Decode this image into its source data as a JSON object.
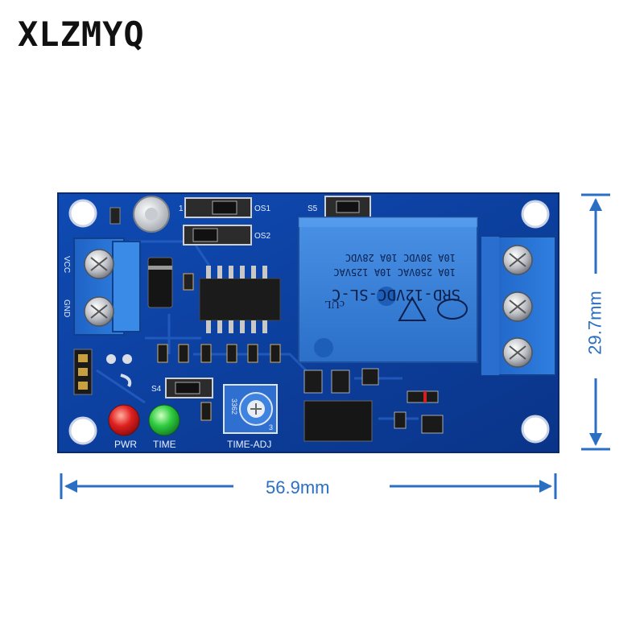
{
  "brand": "XLZMYQ",
  "dimensions": {
    "width": "56.9mm",
    "height": "29.7mm",
    "color": "#2a6fc4"
  },
  "board": {
    "pcb_color": "#0b3f9e",
    "silkscreen": {
      "vcc": "VCC",
      "gnd": "GND",
      "os1": "OS1",
      "os2": "OS2",
      "s5": "S5",
      "s4": "S4",
      "pwr": "PWR",
      "time": "TIME",
      "time_adj": "TIME-ADJ",
      "pot_code": "3362",
      "one": "1",
      "three": "3"
    },
    "relay": {
      "model": "SRD-12VDC-SL-C",
      "rating1": "10A 250VAC 10A 125VAC",
      "rating2": "10A 30VDC 10A 28VDC",
      "color": "#2f7fd8"
    },
    "leds": {
      "pwr_color": "#e02020",
      "time_color": "#2ecc40"
    }
  }
}
